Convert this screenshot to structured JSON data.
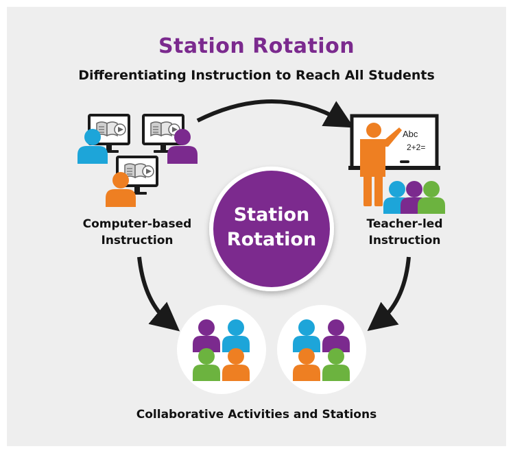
{
  "title": "Station Rotation",
  "subtitle": "Differentiating Instruction to Reach All Students",
  "center": {
    "line1": "Station",
    "line2": "Rotation"
  },
  "stations": {
    "computer": {
      "line1": "Computer-based",
      "line2": "Instruction"
    },
    "teacher": {
      "line1": "Teacher-led",
      "line2": "Instruction"
    },
    "collaborative": {
      "label": "Collaborative Activities and Stations"
    }
  },
  "board": {
    "text1": "Abc",
    "text2": "2+2="
  },
  "colors": {
    "purple": "#7b2a8e",
    "blue": "#1da5d9",
    "orange": "#ee7f22",
    "green": "#6cb33f",
    "dark": "#1a1a1a",
    "background": "#eeeeee"
  },
  "icons": [
    "monitor-book-icon",
    "student-icon",
    "teacher-icon",
    "whiteboard-icon",
    "arrow-icon"
  ]
}
